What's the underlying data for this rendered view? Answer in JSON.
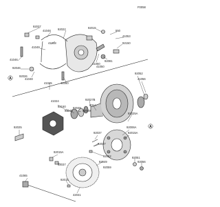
{
  "diagram": {
    "code": "F0058",
    "callouts": [
      {
        "id": "c1",
        "text": "92037"
      },
      {
        "id": "c2",
        "text": "41048"
      },
      {
        "id": "c3",
        "text": "92022"
      },
      {
        "id": "c4",
        "text": "92015"
      },
      {
        "id": "c5",
        "text": "550"
      },
      {
        "id": "c6",
        "text": "41053"
      },
      {
        "id": "c7",
        "text": "92150"
      },
      {
        "id": "c8",
        "text": "41049"
      },
      {
        "id": "c9",
        "text": "41048"
      },
      {
        "id": "c10",
        "text": "41046"
      },
      {
        "id": "c11",
        "text": "92046"
      },
      {
        "id": "c12",
        "text": "41050"
      },
      {
        "id": "c13",
        "text": "92081"
      },
      {
        "id": "c14",
        "text": "41050"
      },
      {
        "id": "c15",
        "text": "41048"
      },
      {
        "id": "c16",
        "text": "92026"
      },
      {
        "id": "c17",
        "text": "41045"
      },
      {
        "id": "c18",
        "text": "41050"
      },
      {
        "id": "c19",
        "text": "92052"
      },
      {
        "id": "c20",
        "text": "41056"
      },
      {
        "id": "c21",
        "text": "41024"
      },
      {
        "id": "c22",
        "text": "92150"
      },
      {
        "id": "c23",
        "text": "92045"
      },
      {
        "id": "c24",
        "text": "92027B"
      },
      {
        "id": "c25",
        "text": "601A"
      },
      {
        "id": "c26",
        "text": "92049"
      },
      {
        "id": "c27",
        "text": "92025"
      },
      {
        "id": "c28",
        "text": "92049"
      },
      {
        "id": "c29",
        "text": "92037"
      },
      {
        "id": "c30",
        "text": "92025A"
      },
      {
        "id": "c31",
        "text": "92006A"
      },
      {
        "id": "c32",
        "text": "92015A"
      },
      {
        "id": "c33",
        "text": "92037"
      },
      {
        "id": "c34",
        "text": "92051"
      },
      {
        "id": "c35",
        "text": "92056"
      },
      {
        "id": "c36",
        "text": "92052"
      },
      {
        "id": "c37",
        "text": "92015A"
      },
      {
        "id": "c38",
        "text": "92037"
      },
      {
        "id": "c39",
        "text": "42041"
      },
      {
        "id": "c40",
        "text": "41065"
      },
      {
        "id": "c41",
        "text": "92015"
      },
      {
        "id": "c42",
        "text": "92049"
      },
      {
        "id": "c43",
        "text": "92059"
      }
    ],
    "refs": [
      "A",
      "A"
    ]
  },
  "colors": {
    "line": "#333333",
    "part": "#222222",
    "fill": "#e8e8e8",
    "dark": "#555555",
    "background": "#ffffff"
  }
}
